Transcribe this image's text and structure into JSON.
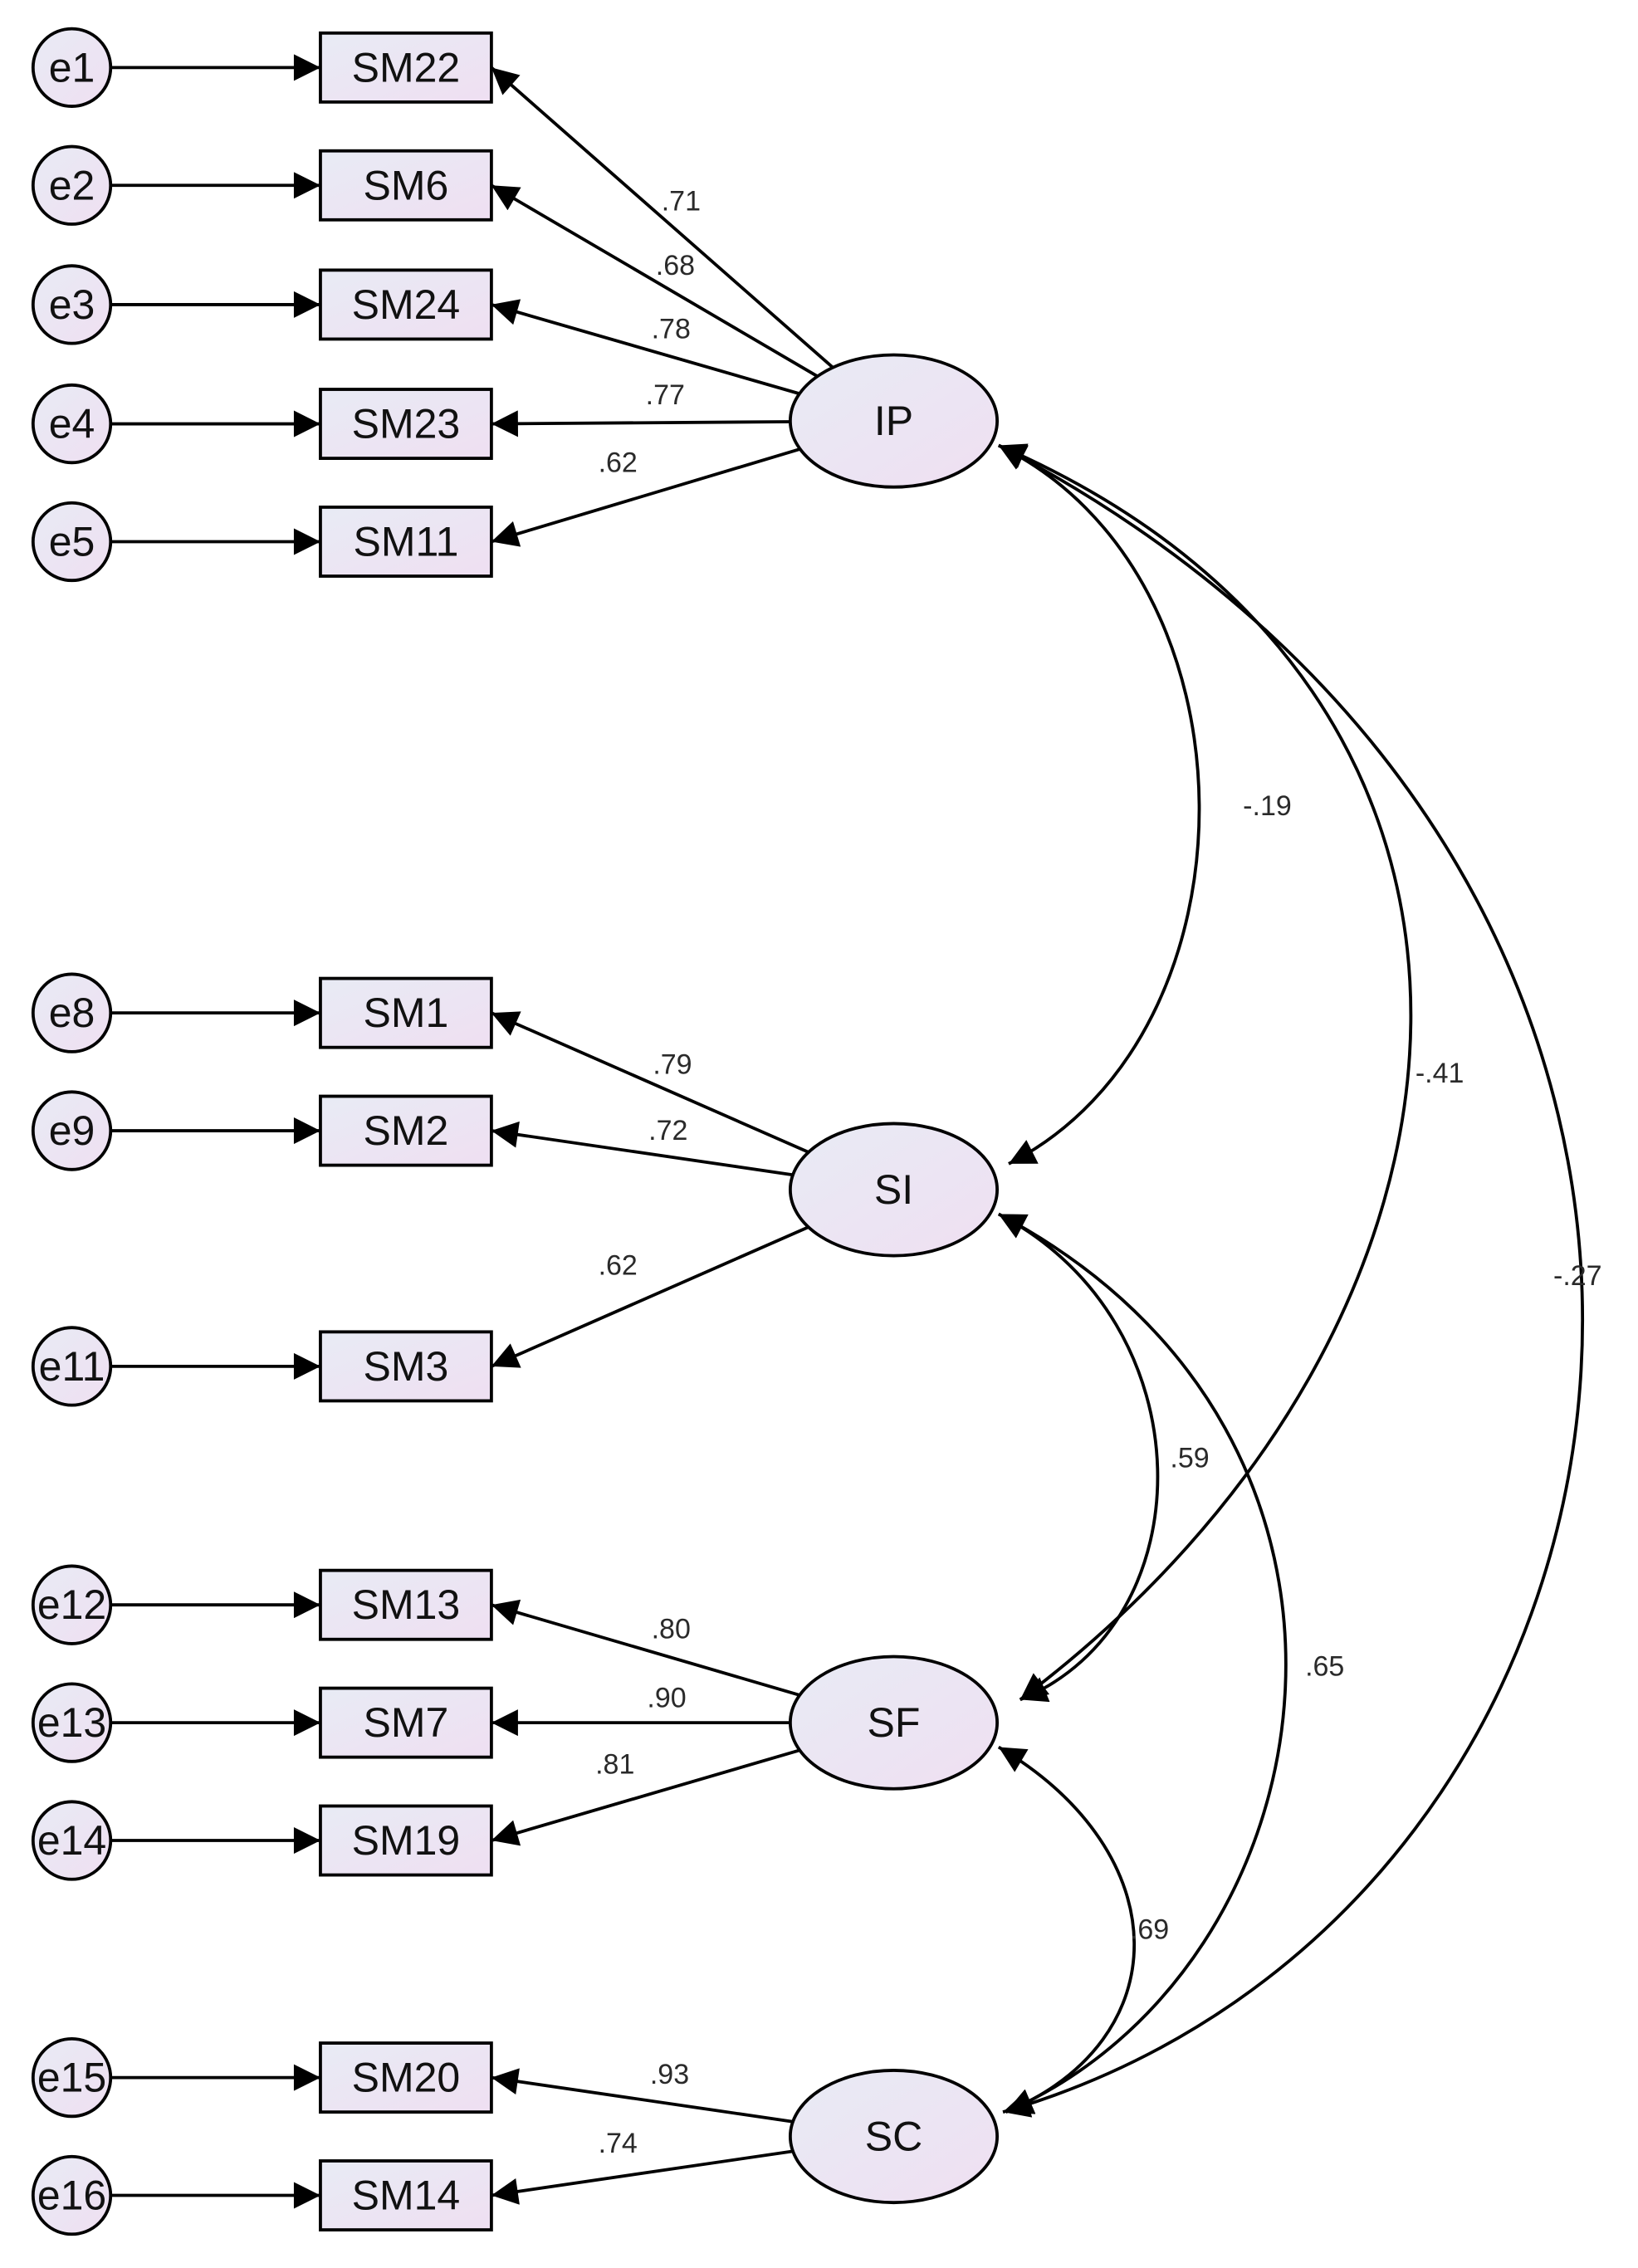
{
  "colors": {
    "fill": "#ece3f2",
    "stroke": "#000000",
    "text": "#111111"
  },
  "factors": [
    {
      "id": "IP",
      "label": "IP"
    },
    {
      "id": "SI",
      "label": "SI"
    },
    {
      "id": "SF",
      "label": "SF"
    },
    {
      "id": "SC",
      "label": "SC"
    }
  ],
  "indicators": [
    {
      "label": "SM22",
      "error": "e1",
      "factor": "IP",
      "loading": ".71"
    },
    {
      "label": "SM6",
      "error": "e2",
      "factor": "IP",
      "loading": ".68"
    },
    {
      "label": "SM24",
      "error": "e3",
      "factor": "IP",
      "loading": ".78"
    },
    {
      "label": "SM23",
      "error": "e4",
      "factor": "IP",
      "loading": ".77"
    },
    {
      "label": "SM11",
      "error": "e5",
      "factor": "IP",
      "loading": ".62"
    },
    {
      "label": "SM1",
      "error": "e8",
      "factor": "SI",
      "loading": ".79"
    },
    {
      "label": "SM2",
      "error": "e9",
      "factor": "SI",
      "loading": ".72"
    },
    {
      "label": "SM3",
      "error": "e11",
      "factor": "SI",
      "loading": ".62"
    },
    {
      "label": "SM13",
      "error": "e12",
      "factor": "SF",
      "loading": ".80"
    },
    {
      "label": "SM7",
      "error": "e13",
      "factor": "SF",
      "loading": ".90"
    },
    {
      "label": "SM19",
      "error": "e14",
      "factor": "SF",
      "loading": ".81"
    },
    {
      "label": "SM20",
      "error": "e15",
      "factor": "SC",
      "loading": ".93"
    },
    {
      "label": "SM14",
      "error": "e16",
      "factor": "SC",
      "loading": ".74"
    }
  ],
  "correlations": [
    {
      "from": "IP",
      "to": "SI",
      "value": "-.19"
    },
    {
      "from": "IP",
      "to": "SF",
      "value": "-.41"
    },
    {
      "from": "IP",
      "to": "SC",
      "value": "-.27"
    },
    {
      "from": "SI",
      "to": "SF",
      "value": ".59"
    },
    {
      "from": "SI",
      "to": "SC",
      "value": ".65"
    },
    {
      "from": "SF",
      "to": "SC",
      "value": ".69"
    }
  ]
}
